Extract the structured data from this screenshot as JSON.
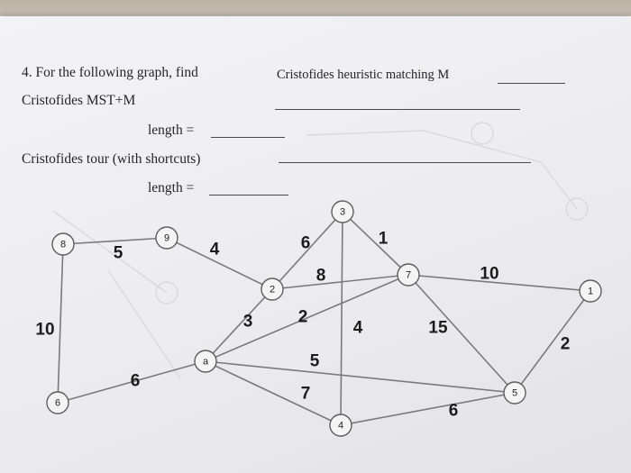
{
  "question": {
    "prompt": "4. For the following graph, find",
    "mst_label": "Cristofides MST+M",
    "mst_length_label": "length =",
    "tour_label": "Cristofides tour (with shortcuts)",
    "tour_length_label": "length =",
    "matching_label": "Cristofides heuristic matching M"
  },
  "graph": {
    "nodes": [
      {
        "id": "3",
        "label": "3"
      },
      {
        "id": "8",
        "label": "8"
      },
      {
        "id": "9",
        "label": "9"
      },
      {
        "id": "2",
        "label": "2"
      },
      {
        "id": "7",
        "label": "7"
      },
      {
        "id": "1",
        "label": "1"
      },
      {
        "id": "a",
        "label": "a"
      },
      {
        "id": "6",
        "label": "6"
      },
      {
        "id": "5",
        "label": "5"
      },
      {
        "id": "4",
        "label": "4"
      }
    ],
    "edges": [
      {
        "from": "8",
        "to": "9",
        "weight": "5"
      },
      {
        "from": "8",
        "to": "6",
        "weight": "10"
      },
      {
        "from": "9",
        "to": "2",
        "weight": "4"
      },
      {
        "from": "3",
        "to": "2",
        "weight": "6"
      },
      {
        "from": "3",
        "to": "7",
        "weight": "1"
      },
      {
        "from": "3",
        "to": "4",
        "weight": "4"
      },
      {
        "from": "2",
        "to": "7",
        "weight": "8"
      },
      {
        "from": "2",
        "to": "a",
        "weight": "3"
      },
      {
        "from": "a",
        "to": "7",
        "weight": "2"
      },
      {
        "from": "7",
        "to": "1",
        "weight": "10"
      },
      {
        "from": "7",
        "to": "5",
        "weight": "15"
      },
      {
        "from": "1",
        "to": "5",
        "weight": "2"
      },
      {
        "from": "a",
        "to": "5",
        "weight": "5"
      },
      {
        "from": "a",
        "to": "4",
        "weight": "7"
      },
      {
        "from": "a",
        "to": "6",
        "weight": "6"
      },
      {
        "from": "4",
        "to": "5",
        "weight": "6"
      }
    ]
  }
}
